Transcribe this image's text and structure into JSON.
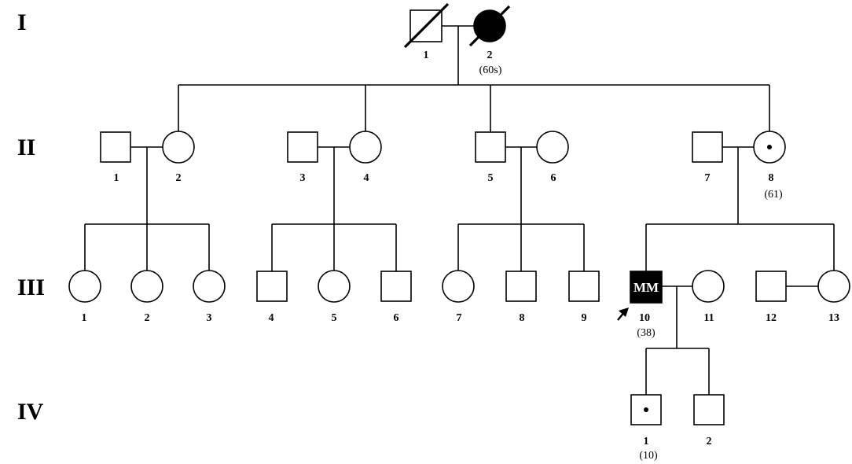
{
  "generations": [
    "I",
    "II",
    "III",
    "IV"
  ],
  "individuals": {
    "I-1": {
      "number": "1"
    },
    "I-2": {
      "number": "2",
      "age": "(60s)"
    },
    "II-1": {
      "number": "1"
    },
    "II-2": {
      "number": "2"
    },
    "II-3": {
      "number": "3"
    },
    "II-4": {
      "number": "4"
    },
    "II-5": {
      "number": "5"
    },
    "II-6": {
      "number": "6"
    },
    "II-7": {
      "number": "7"
    },
    "II-8": {
      "number": "8",
      "age": "(61)"
    },
    "III-1": {
      "number": "1"
    },
    "III-2": {
      "number": "2"
    },
    "III-3": {
      "number": "3"
    },
    "III-4": {
      "number": "4"
    },
    "III-5": {
      "number": "5"
    },
    "III-6": {
      "number": "6"
    },
    "III-7": {
      "number": "7"
    },
    "III-8": {
      "number": "8"
    },
    "III-9": {
      "number": "9"
    },
    "III-10": {
      "number": "10",
      "age": "(38)",
      "marker": "MM"
    },
    "III-11": {
      "number": "11"
    },
    "III-12": {
      "number": "12"
    },
    "III-13": {
      "number": "13"
    },
    "IV-1": {
      "number": "1",
      "age": "(10)"
    },
    "IV-2": {
      "number": "2"
    }
  }
}
